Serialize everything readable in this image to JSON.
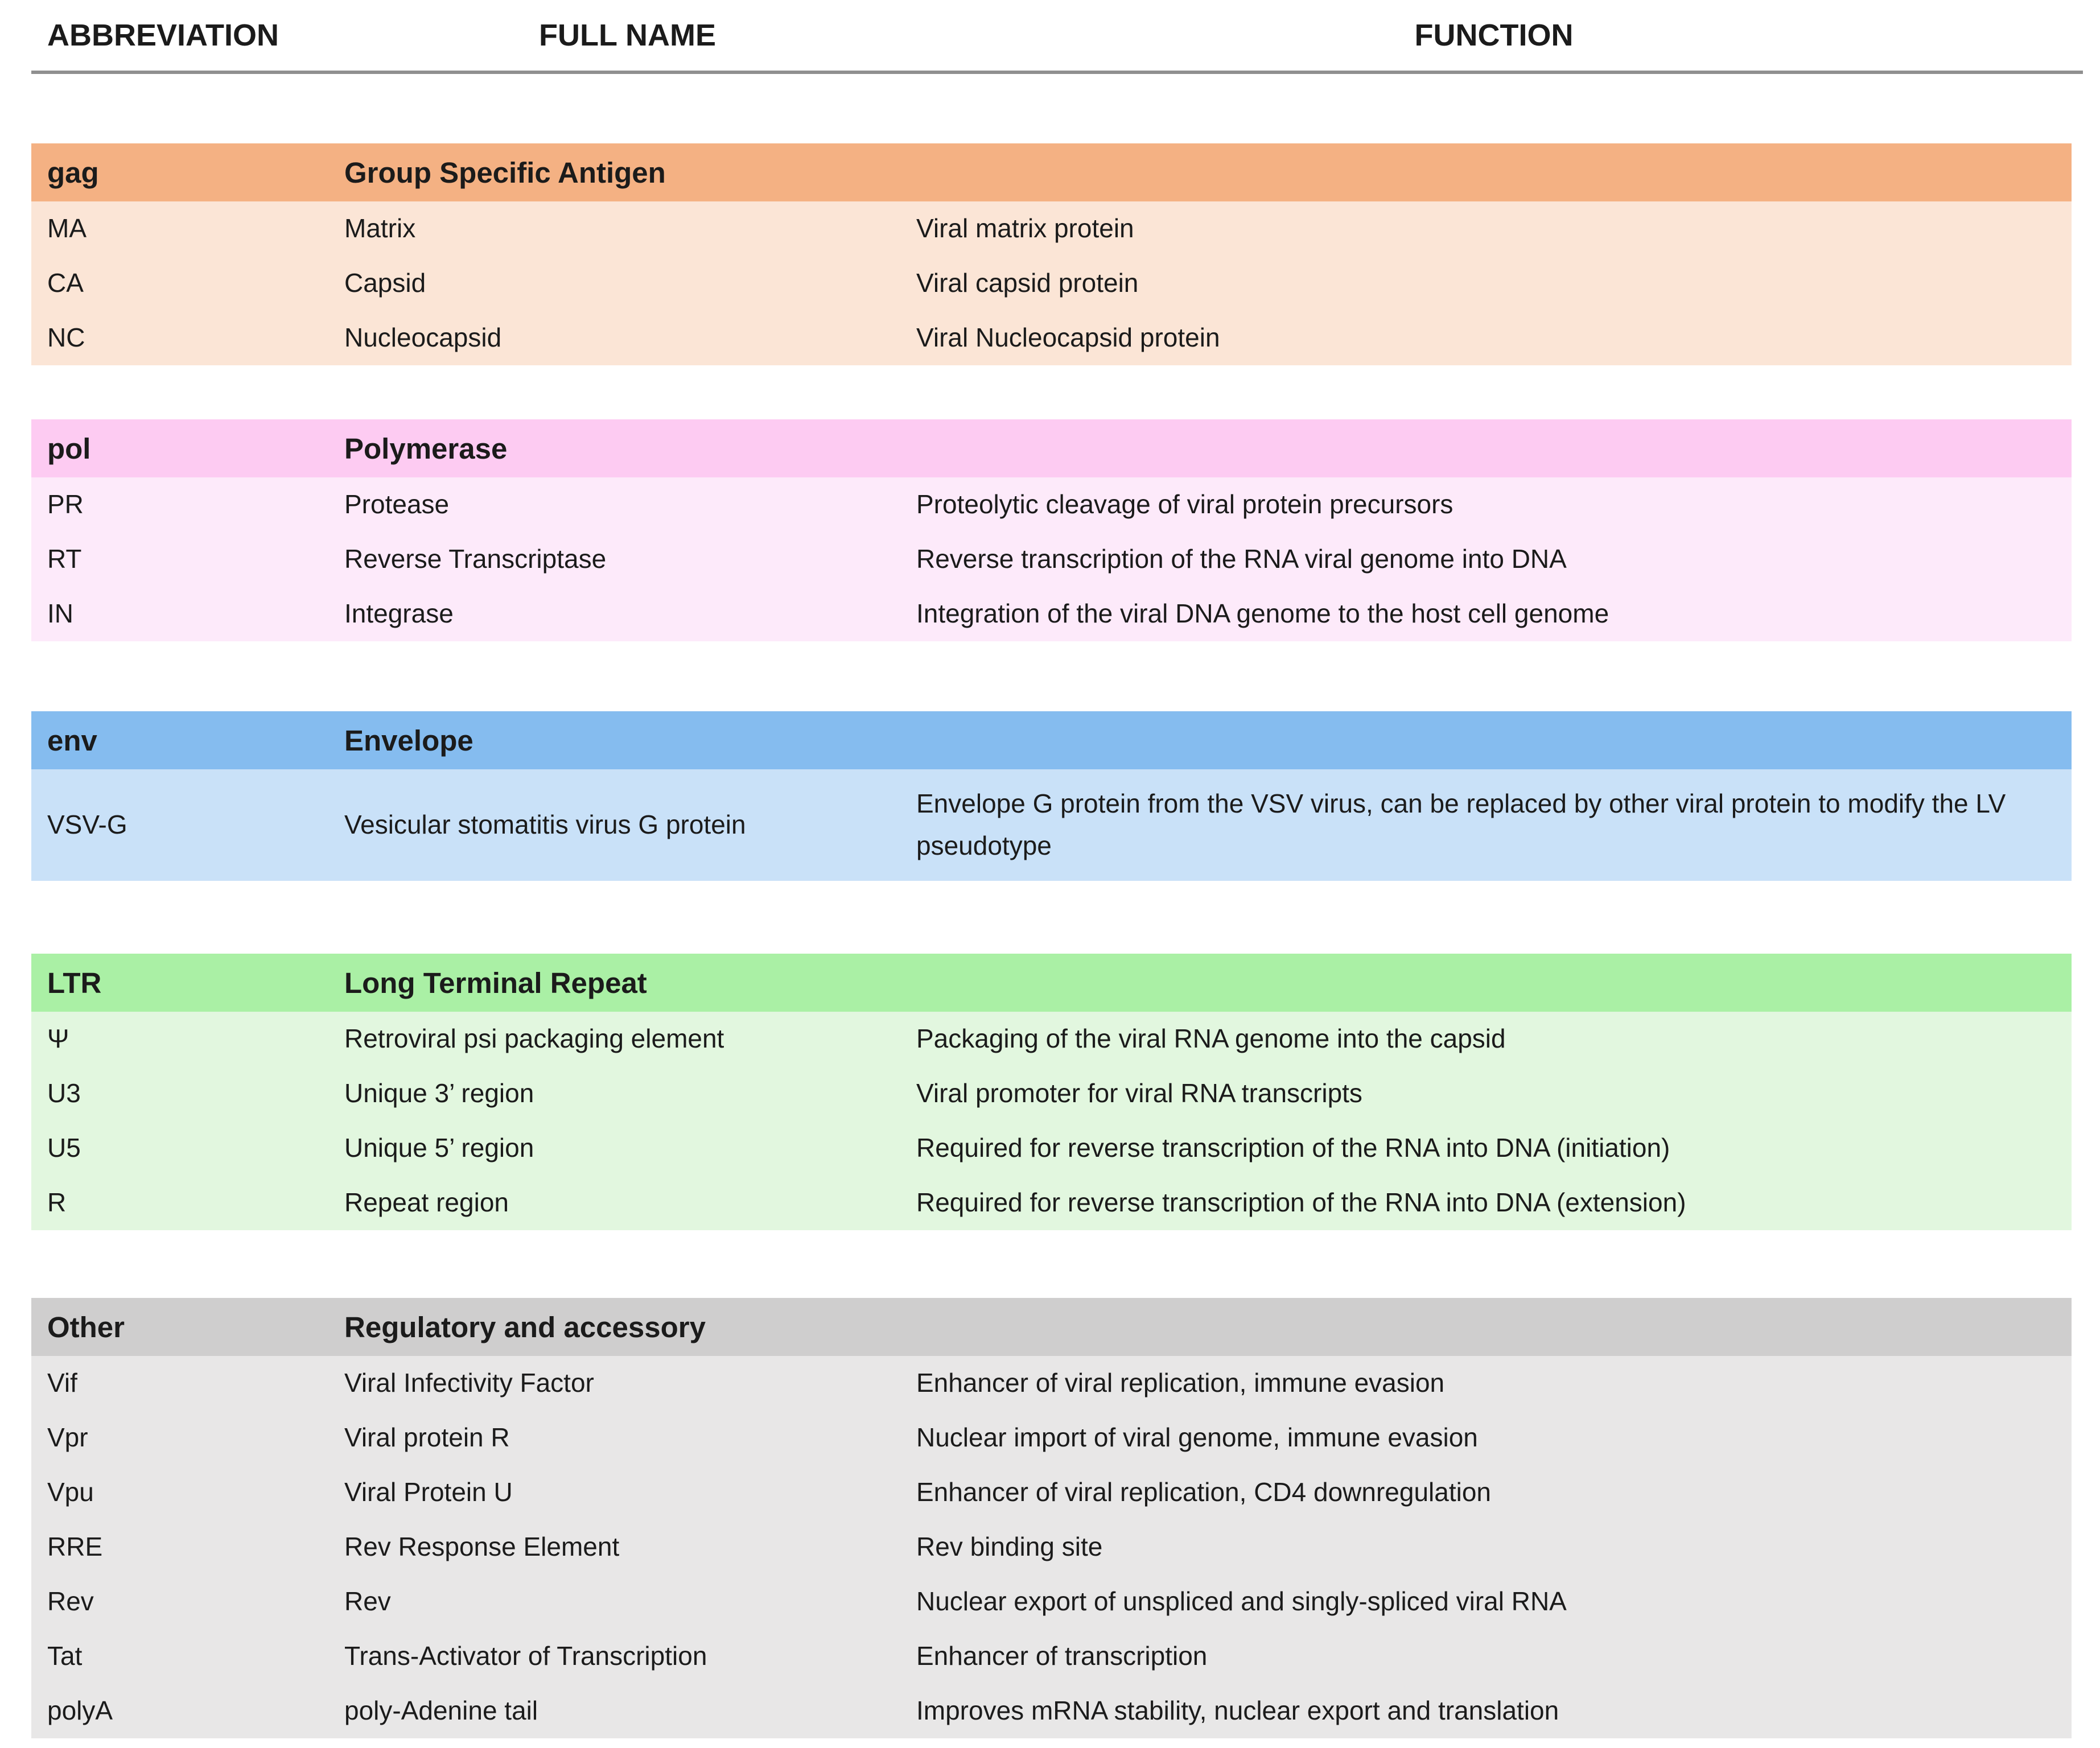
{
  "table": {
    "columns": [
      "ABBREVIATION",
      "FULL NAME",
      "FUNCTION"
    ],
    "divider_color": "#8f8f8f",
    "text_color": "#1b1b1b",
    "sections": [
      {
        "abbr": "gag",
        "full_name": "Group Specific Antigen",
        "header_color": "#F4B183",
        "body_color": "#FBE5D6",
        "rows": [
          {
            "abbr": "MA",
            "full_name": "Matrix",
            "function": "Viral matrix protein"
          },
          {
            "abbr": "CA",
            "full_name": "Capsid",
            "function": "Viral capsid protein"
          },
          {
            "abbr": "NC",
            "full_name": "Nucleocapsid",
            "function": "Viral Nucleocapsid protein"
          }
        ]
      },
      {
        "abbr": "pol",
        "full_name": "Polymerase",
        "header_color": "#FDCBF2",
        "body_color": "#FDEAFA",
        "rows": [
          {
            "abbr": "PR",
            "full_name": "Protease",
            "function": "Proteolytic cleavage of viral protein precursors"
          },
          {
            "abbr": "RT",
            "full_name": "Reverse Transcriptase",
            "function": "Reverse transcription of the RNA viral genome into DNA"
          },
          {
            "abbr": "IN",
            "full_name": "Integrase",
            "function": "Integration of the viral DNA genome to the host cell genome"
          }
        ]
      },
      {
        "abbr": "env",
        "full_name": "Envelope",
        "header_color": "#85BCEF",
        "body_color": "#C9E1F8",
        "rows": [
          {
            "abbr": "VSV-G",
            "full_name": "Vesicular stomatitis virus G protein",
            "function": "Envelope G protein from the VSV virus, can be replaced by other viral protein to modify the LV pseudotype"
          }
        ]
      },
      {
        "abbr": "LTR",
        "full_name": "Long Terminal Repeat",
        "header_color": "#AAF0A5",
        "body_color": "#E2F7DF",
        "rows": [
          {
            "abbr": "Ψ",
            "full_name": "Retroviral psi packaging element",
            "function": "Packaging of the viral RNA genome into the capsid"
          },
          {
            "abbr": "U3",
            "full_name": "Unique 3’ region",
            "function": "Viral promoter for viral RNA transcripts"
          },
          {
            "abbr": "U5",
            "full_name": "Unique 5’ region",
            "function": "Required for reverse transcription of the RNA into DNA (initiation)"
          },
          {
            "abbr": "R",
            "full_name": "Repeat region",
            "function": "Required for reverse transcription of the RNA into DNA (extension)"
          }
        ]
      },
      {
        "abbr": "Other",
        "full_name": "Regulatory and accessory",
        "header_color": "#CFCECE",
        "body_color": "#E8E7E7",
        "rows": [
          {
            "abbr": "Vif",
            "full_name": "Viral Infectivity Factor",
            "function": "Enhancer of viral replication, immune evasion"
          },
          {
            "abbr": "Vpr",
            "full_name": "Viral protein R",
            "function": "Nuclear import of viral genome, immune evasion"
          },
          {
            "abbr": "Vpu",
            "full_name": "Viral Protein U",
            "function": "Enhancer of viral replication, CD4 downregulation"
          },
          {
            "abbr": "RRE",
            "full_name": "Rev Response Element",
            "function": "Rev binding site"
          },
          {
            "abbr": "Rev",
            "full_name": "Rev",
            "function": "Nuclear export of unspliced and singly-spliced viral RNA"
          },
          {
            "abbr": "Tat",
            "full_name": "Trans-Activator of Transcription",
            "function": "Enhancer of transcription"
          },
          {
            "abbr": "polyA",
            "full_name": "poly-Adenine tail",
            "function": "Improves mRNA stability, nuclear export and translation"
          }
        ]
      }
    ]
  }
}
